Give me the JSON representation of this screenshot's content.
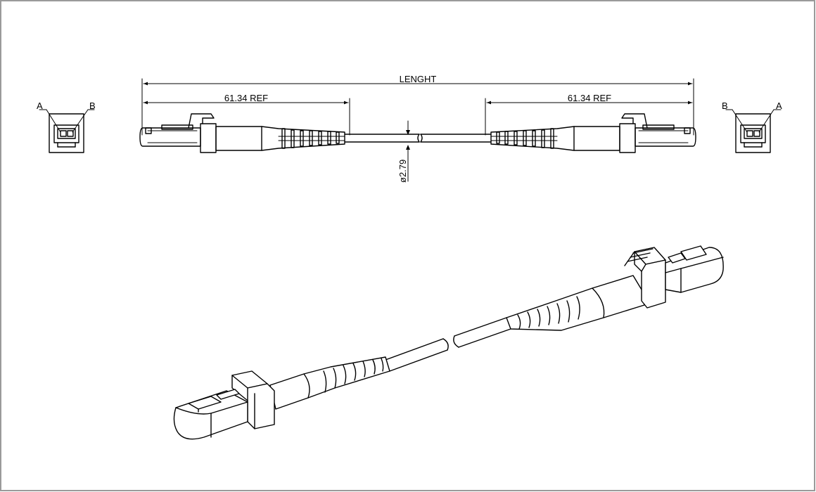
{
  "drawing": {
    "frame_color": "#9a9a9a",
    "line_color": "#000000",
    "dimensions": {
      "overall_length": "LENGHT",
      "left_ref": "61.34 REF",
      "right_ref": "61.34 REF",
      "diameter": "ø2.79"
    },
    "end_views": {
      "left": {
        "label_a": "A",
        "label_b": "B"
      },
      "right": {
        "label_a": "A",
        "label_b": "B"
      }
    }
  }
}
